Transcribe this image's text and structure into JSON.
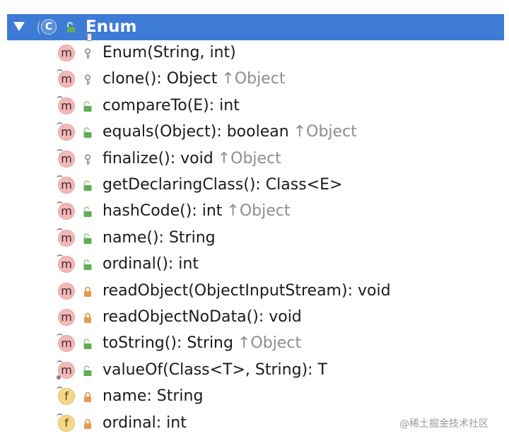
{
  "header": {
    "title": "Enum",
    "class_icon_letter": "C",
    "expanded": true
  },
  "colors": {
    "selection": "#3d7bd7",
    "method_icon": "#f3b7b7",
    "field_icon": "#f3d88a",
    "public": "#5fae52",
    "private": "#e79a55",
    "inherited_text": "#8e8e8e"
  },
  "items": [
    {
      "kind": "method",
      "kind_letter": "m",
      "visibility": "protected",
      "icon": "key-icon",
      "text": "Enum(String, int)",
      "inherited": ""
    },
    {
      "kind": "method",
      "kind_letter": "m",
      "visibility": "protected",
      "icon": "key-icon",
      "text": "clone(): Object",
      "inherited": "↑Object"
    },
    {
      "kind": "method",
      "kind_letter": "m",
      "visibility": "public",
      "icon": "unlocked-lock-icon",
      "text": "compareTo(E): int",
      "inherited": ""
    },
    {
      "kind": "method",
      "kind_letter": "m",
      "visibility": "public",
      "icon": "unlocked-lock-icon",
      "text": "equals(Object): boolean",
      "inherited": "↑Object"
    },
    {
      "kind": "method",
      "kind_letter": "m",
      "visibility": "protected",
      "icon": "key-icon",
      "text": "finalize(): void",
      "inherited": "↑Object"
    },
    {
      "kind": "method",
      "kind_letter": "m",
      "visibility": "public",
      "icon": "unlocked-lock-icon",
      "text": "getDeclaringClass(): Class<E>",
      "inherited": ""
    },
    {
      "kind": "method",
      "kind_letter": "m",
      "visibility": "public",
      "icon": "unlocked-lock-icon",
      "text": "hashCode(): int",
      "inherited": "↑Object"
    },
    {
      "kind": "method",
      "kind_letter": "m",
      "visibility": "public",
      "icon": "unlocked-lock-icon",
      "text": "name(): String",
      "inherited": ""
    },
    {
      "kind": "method",
      "kind_letter": "m",
      "visibility": "public",
      "icon": "unlocked-lock-icon",
      "text": "ordinal(): int",
      "inherited": ""
    },
    {
      "kind": "method",
      "kind_letter": "m",
      "visibility": "private",
      "icon": "locked-lock-icon",
      "text": "readObject(ObjectInputStream): void",
      "inherited": ""
    },
    {
      "kind": "method",
      "kind_letter": "m",
      "visibility": "private",
      "icon": "locked-lock-icon",
      "text": "readObjectNoData(): void",
      "inherited": ""
    },
    {
      "kind": "method",
      "kind_letter": "m",
      "visibility": "public",
      "icon": "unlocked-lock-icon",
      "text": "toString(): String",
      "inherited": "↑Object"
    },
    {
      "kind": "method",
      "kind_letter": "m",
      "visibility": "public",
      "icon": "unlocked-lock-icon",
      "text": "valueOf(Class<T>, String): T",
      "inherited": "",
      "static": true
    },
    {
      "kind": "field",
      "kind_letter": "f",
      "visibility": "private",
      "icon": "locked-lock-icon",
      "text": "name: String",
      "inherited": ""
    },
    {
      "kind": "field",
      "kind_letter": "f",
      "visibility": "private",
      "icon": "locked-lock-icon",
      "text": "ordinal: int",
      "inherited": ""
    }
  ],
  "watermark": "@稀土掘金技术社区"
}
